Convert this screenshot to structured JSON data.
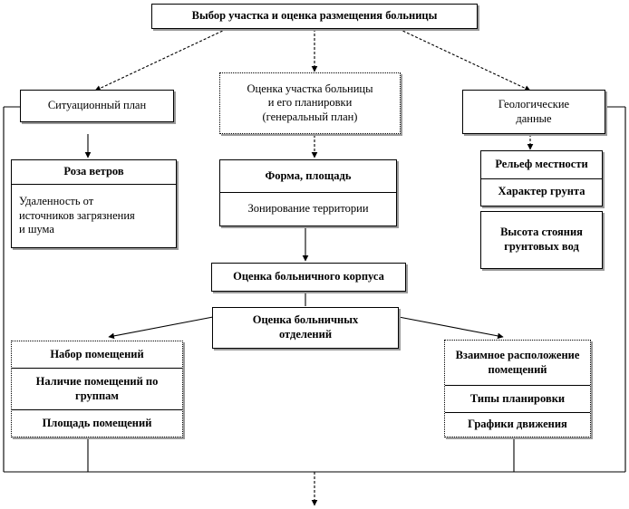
{
  "title": "Выбор участка и оценка размещения больницы",
  "situational": {
    "title": "Ситуационный план",
    "wind_rose": "Роза ветров",
    "distance": "Удаленность от\nисточников загрязнения\nи шума"
  },
  "site": {
    "title": "Оценка участка больницы\nи его планировки\n(генеральный план)",
    "shape_area": "Форма, площадь",
    "zoning": "Зонирование территории"
  },
  "geology": {
    "title": "Геологические\nданные",
    "relief": "Рельеф местности",
    "soil": "Характер грунта",
    "groundwater": "Высота стояния\nгрунтовых вод"
  },
  "building": {
    "title": "Оценка больничного корпуса"
  },
  "departments": {
    "title": "Оценка больничных\nотделений"
  },
  "rooms": {
    "set": "Набор помещений",
    "groups": "Наличие помещений по\nгруппам",
    "area": "Площадь помещений"
  },
  "layout": {
    "mutual": "Взаимное расположение\nпомещений",
    "types": "Типы планировки",
    "traffic": "Графики движения"
  }
}
